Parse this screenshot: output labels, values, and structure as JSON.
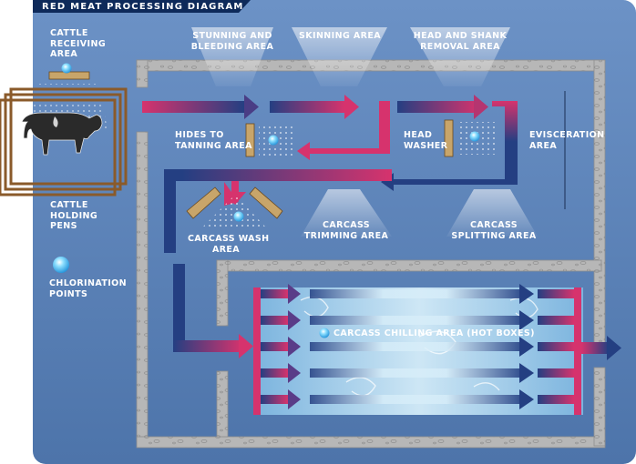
{
  "title": "RED MEAT PROCESSING DIAGRAM",
  "labels": {
    "cattle_receiving": [
      "CATTLE",
      "RECEIVING",
      "AREA"
    ],
    "stunning": [
      "STUNNING AND",
      "BLEEDING AREA"
    ],
    "skinning": [
      "SKINNING AREA"
    ],
    "head_shank": [
      "HEAD AND SHANK",
      "REMOVAL AREA"
    ],
    "hides": [
      "HIDES TO",
      "TANNING AREA"
    ],
    "head_washer": [
      "HEAD",
      "WASHER"
    ],
    "evisceration": [
      "EVISCERATION",
      "AREA"
    ],
    "cattle_holding": [
      "CATTLE",
      "HOLDING",
      "PENS"
    ],
    "carcass_wash": [
      "CARCASS WASH",
      "AREA"
    ],
    "carcass_trimming": [
      "CARCASS",
      "TRIMMING AREA"
    ],
    "carcass_splitting": [
      "CARCASS",
      "SPLITTING AREA"
    ],
    "chilling": "CARCASS CHILLING AREA (HOT BOXES)",
    "chlorination": [
      "CHLORINATION",
      "POINTS"
    ]
  },
  "colors": {
    "background": "#5a82b8",
    "pink": "#d6336d",
    "navy": "#1f3f7a",
    "wall": "#b4b4b4",
    "chill": "#a9d6ef",
    "chlorination_dot": "#6fd0ff"
  }
}
